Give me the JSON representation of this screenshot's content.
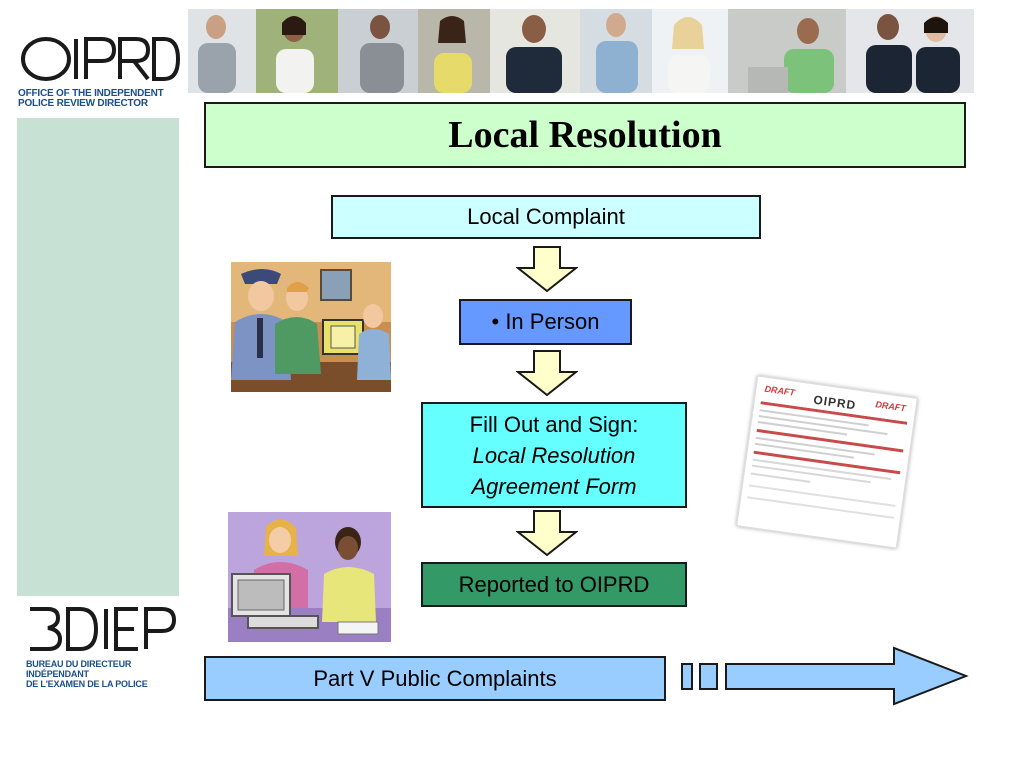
{
  "slide": {
    "title": "Local Resolution"
  },
  "logos": {
    "top_logo": "OIPRD",
    "top_subtitle_line1": "OFFICE OF THE INDEPENDENT",
    "top_subtitle_line2": "POLICE REVIEW DIRECTOR",
    "bottom_logo": "BDIEP",
    "bottom_subtitle_line1": "BUREAU DU DIRECTEUR INDÉPENDANT",
    "bottom_subtitle_line2": "DE L'EXAMEN DE LA POLICE"
  },
  "flow": {
    "step1": "Local Complaint",
    "step2": "• In Person",
    "step3_line1": "Fill Out and Sign:",
    "step3_line2": "Local Resolution",
    "step3_line3": "Agreement Form",
    "step4": "Reported to OIPRD",
    "footer_box": "Part V Public Complaints"
  },
  "form_image": {
    "logo": "OIPRD",
    "stamp_left": "DRAFT",
    "stamp_right": "DRAFT"
  },
  "colors": {
    "title_bg": "#ccffcc",
    "step1_bg": "#ccffff",
    "step2_bg": "#6699ff",
    "step3_bg": "#66ffff",
    "step4_bg": "#339966",
    "footer_bg": "#99ccff",
    "arrow_fill": "#ffffcc",
    "sidebar": "#c7e1d5"
  }
}
